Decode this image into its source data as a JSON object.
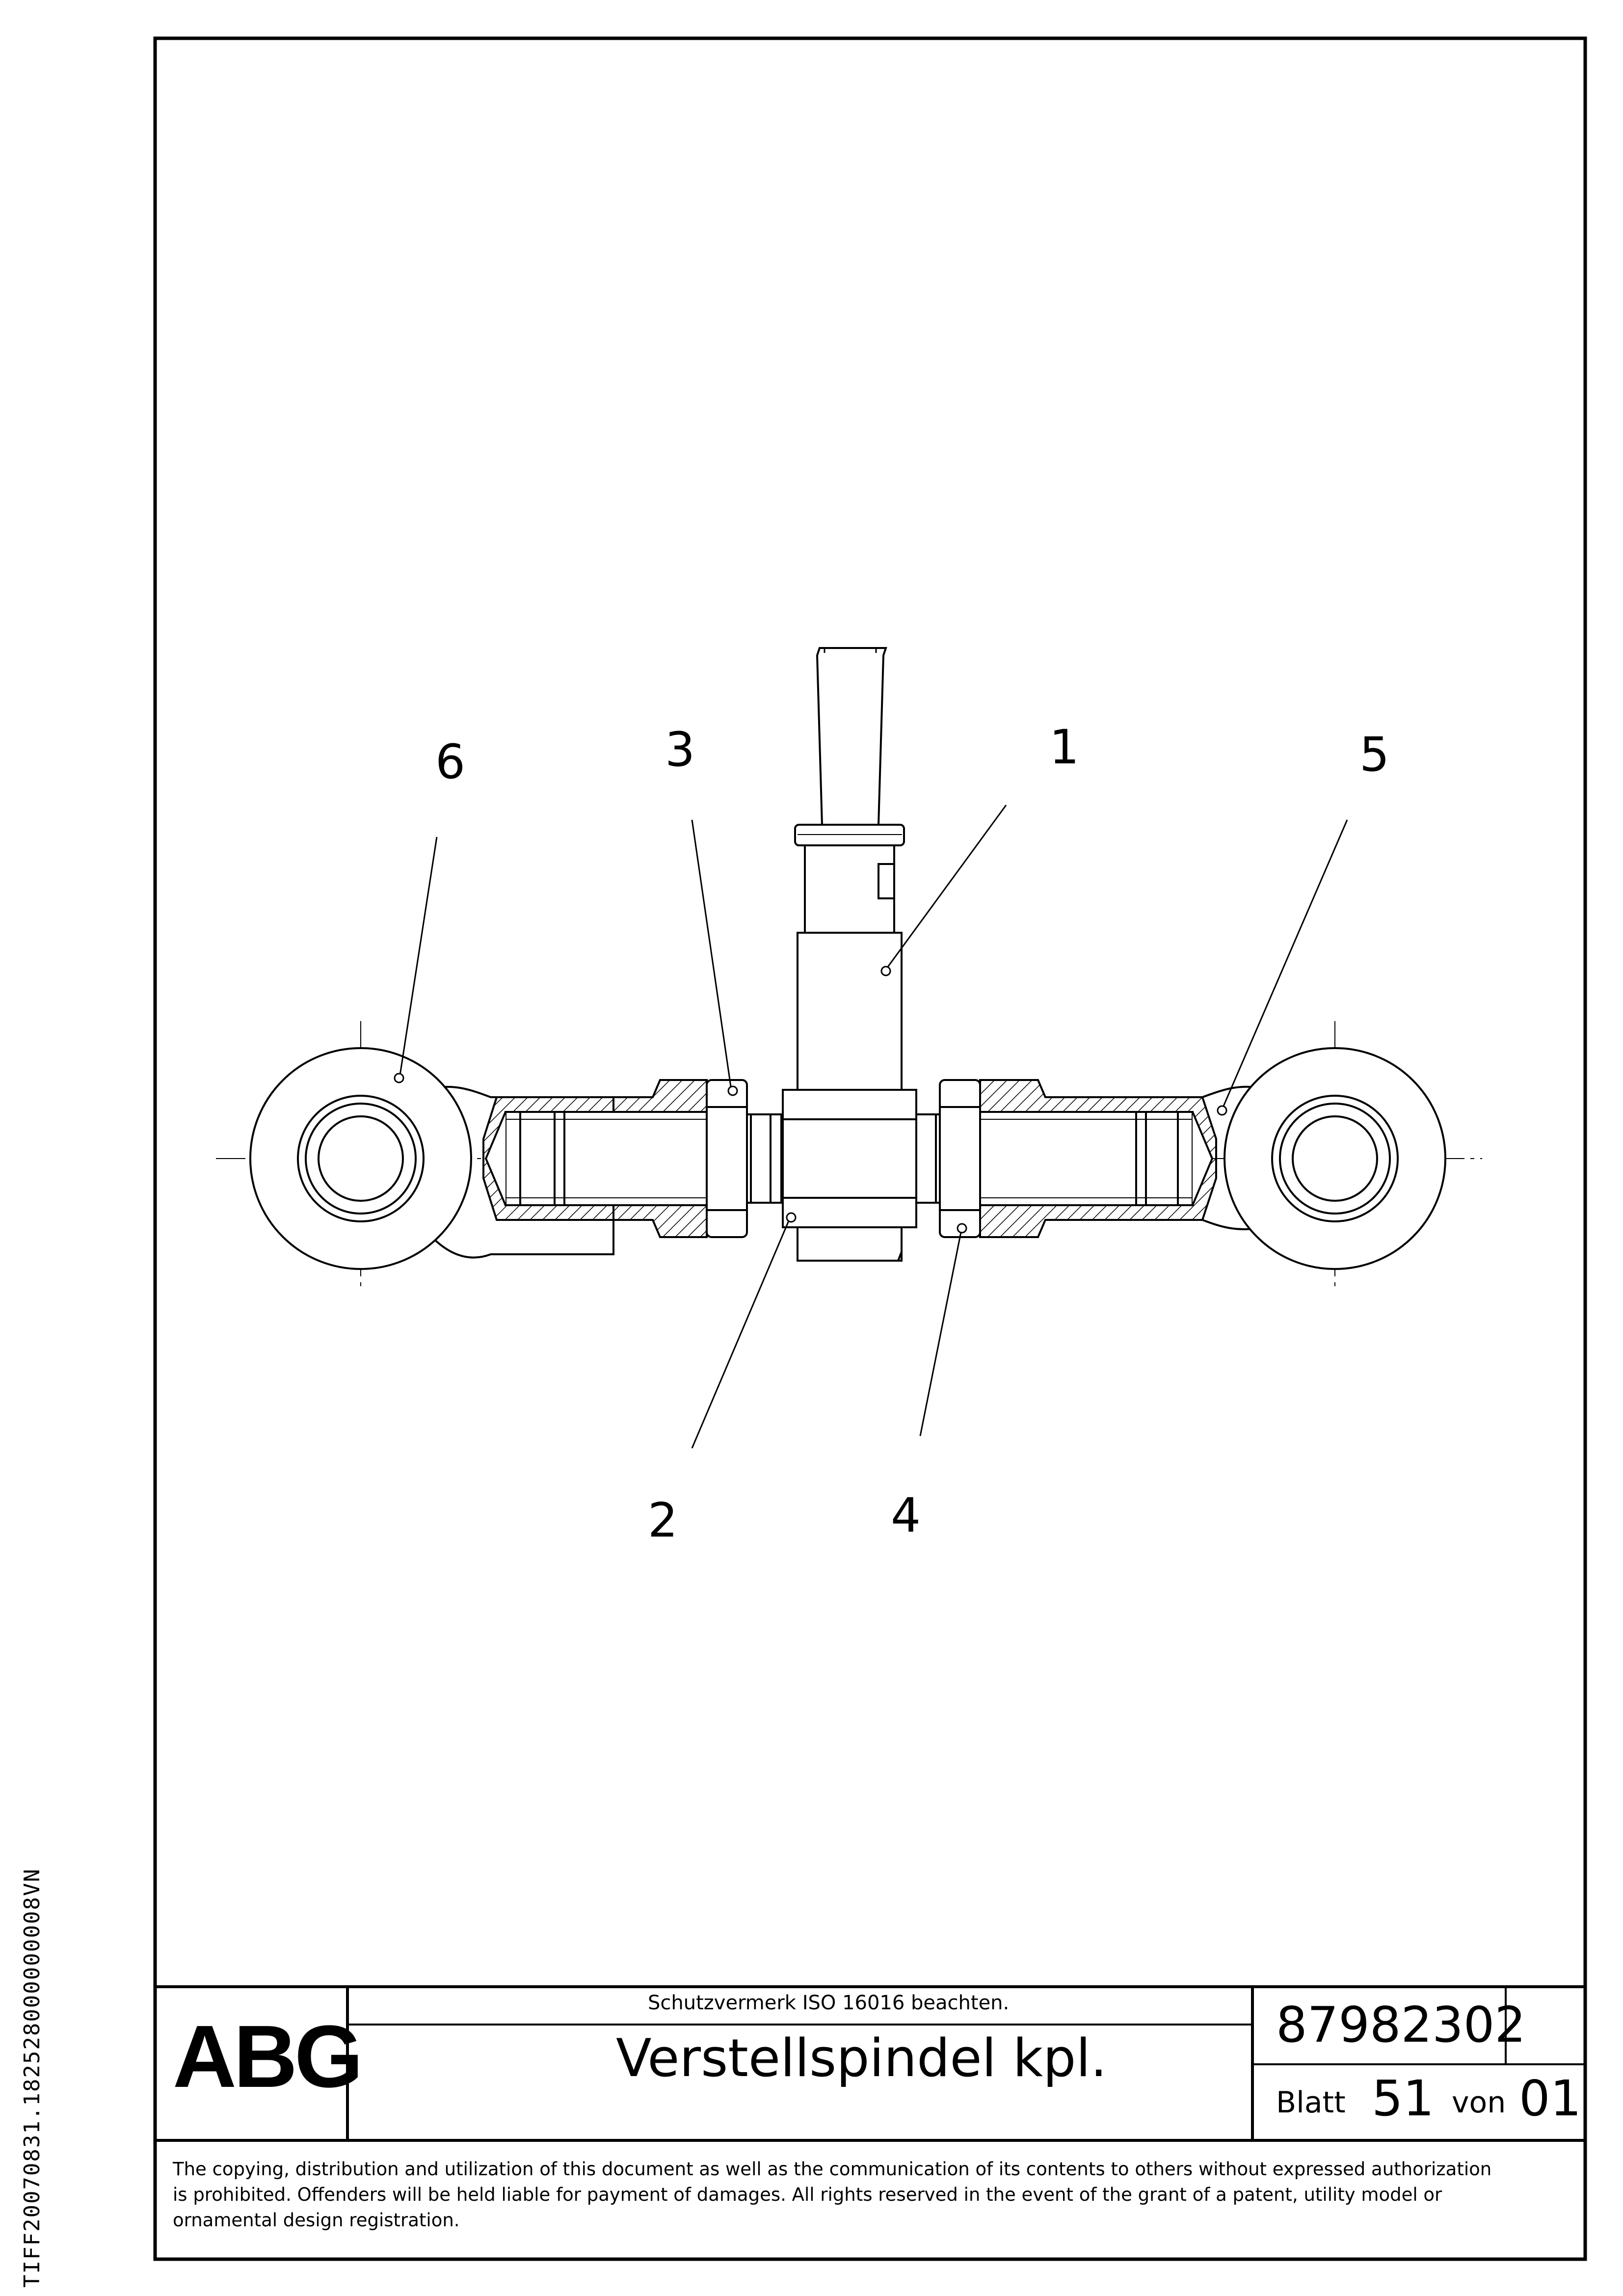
{
  "drawing": {
    "callouts": [
      {
        "id": "c1",
        "label": "1"
      },
      {
        "id": "c2",
        "label": "2"
      },
      {
        "id": "c3",
        "label": "3"
      },
      {
        "id": "c4",
        "label": "4"
      },
      {
        "id": "c5",
        "label": "5"
      },
      {
        "id": "c6",
        "label": "6"
      }
    ]
  },
  "title_block": {
    "logo": "ABG",
    "protection_note": "Schutzvermerk ISO 16016 beachten.",
    "title": "Verstellspindel kpl.",
    "drawing_number": "87982302",
    "sheet_label": "Blatt",
    "sheet_number": "51",
    "of_label": "von",
    "sheet_total": "01"
  },
  "copyright": {
    "line1": "The copying, distribution and utilization of this document as well as the communication of its contents to others without expressed authorization",
    "line2": "is prohibited. Offenders will be held liable for payment of damages. All rights reserved in the event of the grant of a patent, utility model or",
    "line3": "ornamental design registration."
  },
  "side_code": "TIFF20070831.182528000000008VN"
}
